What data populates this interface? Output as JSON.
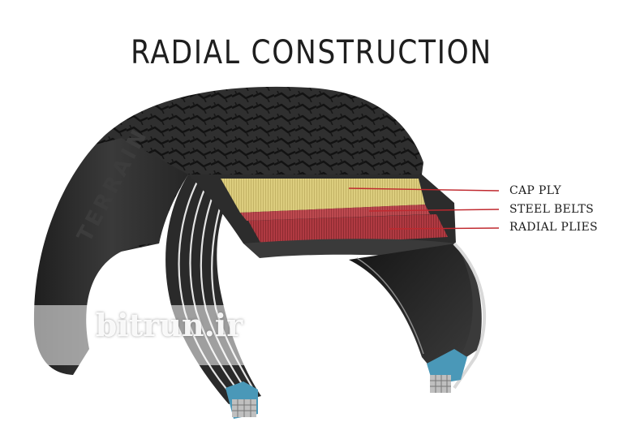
{
  "title": "RADIAL CONSTRUCTION",
  "labels": {
    "cap_ply": "CAP PLY",
    "steel_belts": "STEEL BELTS",
    "radial_plies": "RADIAL PLIES"
  },
  "watermark": "bitrun.ir",
  "sidewall_text": "TERRAIN",
  "colors": {
    "cap_ply": "#d8c978",
    "steel_belts": "#b4434a",
    "leader_lines": "#c0282e",
    "rubber": "#2b2b2b",
    "bead": "#4a98b8"
  }
}
